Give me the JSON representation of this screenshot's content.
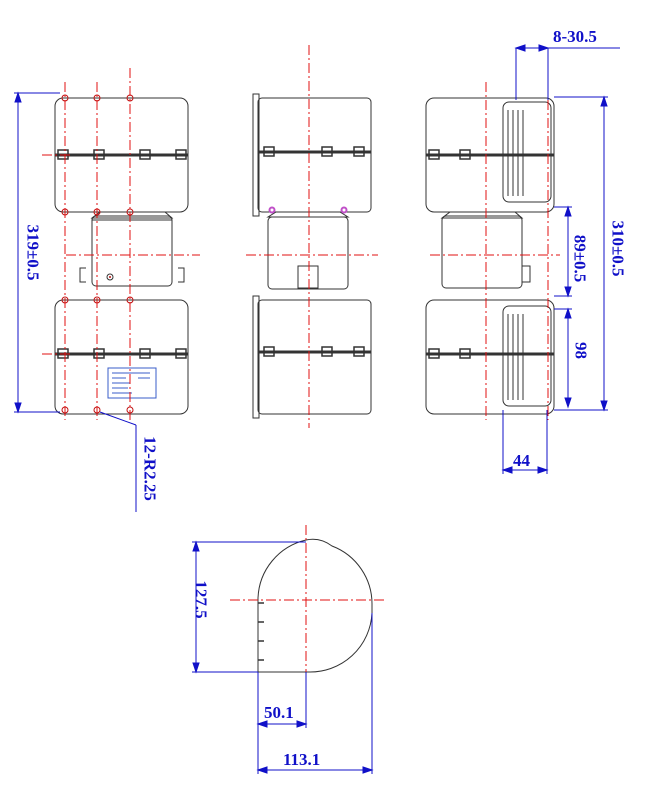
{
  "title": "",
  "dimensions": {
    "tolerance_outer": "8-30.5",
    "overall_height_front": "319±0.5",
    "fixing_holes": "12-R2.25",
    "overall_height_side": "310±0.5",
    "center_spacing": "89±0.5",
    "wheel_height": "98",
    "wheel_width": "44",
    "housing_height": "127.5",
    "outlet_offset": "50.1",
    "housing_width": "113.1"
  },
  "colors": {
    "outline": "#333333",
    "centerline": "#e01010",
    "dimension": "#1010c8",
    "label_plate": "#3a5cc8",
    "mount_accent": "#c050c8"
  },
  "views": [
    "front-view",
    "side-view",
    "right-view",
    "housing-profile"
  ]
}
